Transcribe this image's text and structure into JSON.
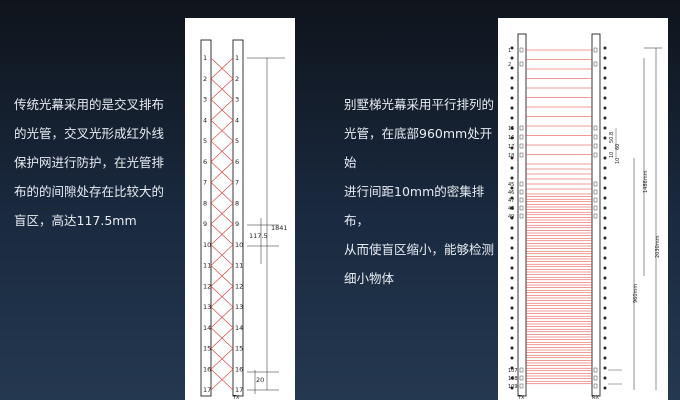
{
  "left_text": [
    "传统光幕采用的是交叉排布",
    "的光管，交叉光形成红外线",
    "保护网进行防护，在光管排",
    "布的的间隙处存在比较大的",
    "盲区，高达117.5mm"
  ],
  "right_text": [
    "别墅梯光幕采用平行排列的",
    "光管，在底部960mm处开始",
    "进行间距10mm的密集排布，",
    "从而使盲区缩小，能够检测",
    "细小物体"
  ],
  "left_diagram": {
    "labels_tx": [
      "1",
      "2",
      "3",
      "4",
      "5",
      "6",
      "7",
      "8",
      "9",
      "10",
      "11",
      "12",
      "13",
      "14",
      "15",
      "16",
      "17"
    ],
    "labels_rx": [
      "1",
      "2",
      "3",
      "4",
      "5",
      "6",
      "7",
      "8",
      "9",
      "10",
      "11",
      "12",
      "13",
      "14",
      "15",
      "16",
      "17"
    ],
    "dim_total": "1841",
    "dim_gap": "117.5",
    "dim_bottom": "20",
    "footer": "TX"
  },
  "right_diagram": {
    "labels_top": [
      "1",
      "2"
    ],
    "labels_mid": [
      "15",
      "16",
      "17",
      "18"
    ],
    "labels_dense": [
      "45",
      "46",
      "47",
      "48",
      "49"
    ],
    "labels_bottom": [
      "107",
      "108",
      "109"
    ],
    "dim_side": [
      "1486mm",
      "2030mm",
      "960mm"
    ],
    "dim_small": [
      "50.8",
      "60",
      "10",
      "10"
    ],
    "footer_tx": "TX",
    "footer_rx": "RX"
  }
}
